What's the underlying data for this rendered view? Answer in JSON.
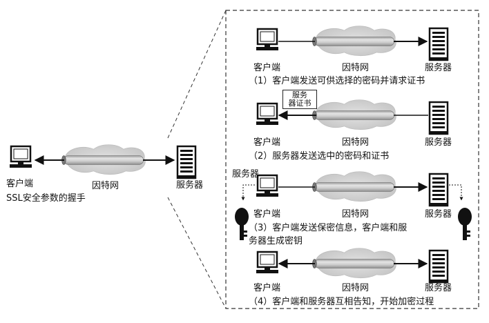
{
  "labels": {
    "client": "客户端",
    "internet": "因特网",
    "server": "服务器"
  },
  "overview_caption": "SSL安全参数的握手",
  "steps": [
    {
      "caption": "（1）客户端发送可供选择的密码并请求证书"
    },
    {
      "caption": "（2）服务器发送选中的密码和证书",
      "cert_label": "服务\n器证书"
    },
    {
      "caption_line1": "（3）客户端发送保密信息，客户端和服",
      "caption_line2": "务器生成密钥",
      "top_label": "服务器"
    },
    {
      "caption": "（4）客户端和服务器互相告知，开始加密过程"
    }
  ],
  "icons": [
    "computer-icon",
    "server-icon",
    "key-icon",
    "cloud-tube-icon"
  ],
  "colors": {
    "tube": "#c9c9c9",
    "cloud": "#d6d6d6",
    "line": "#111111",
    "frame": "#333333"
  }
}
